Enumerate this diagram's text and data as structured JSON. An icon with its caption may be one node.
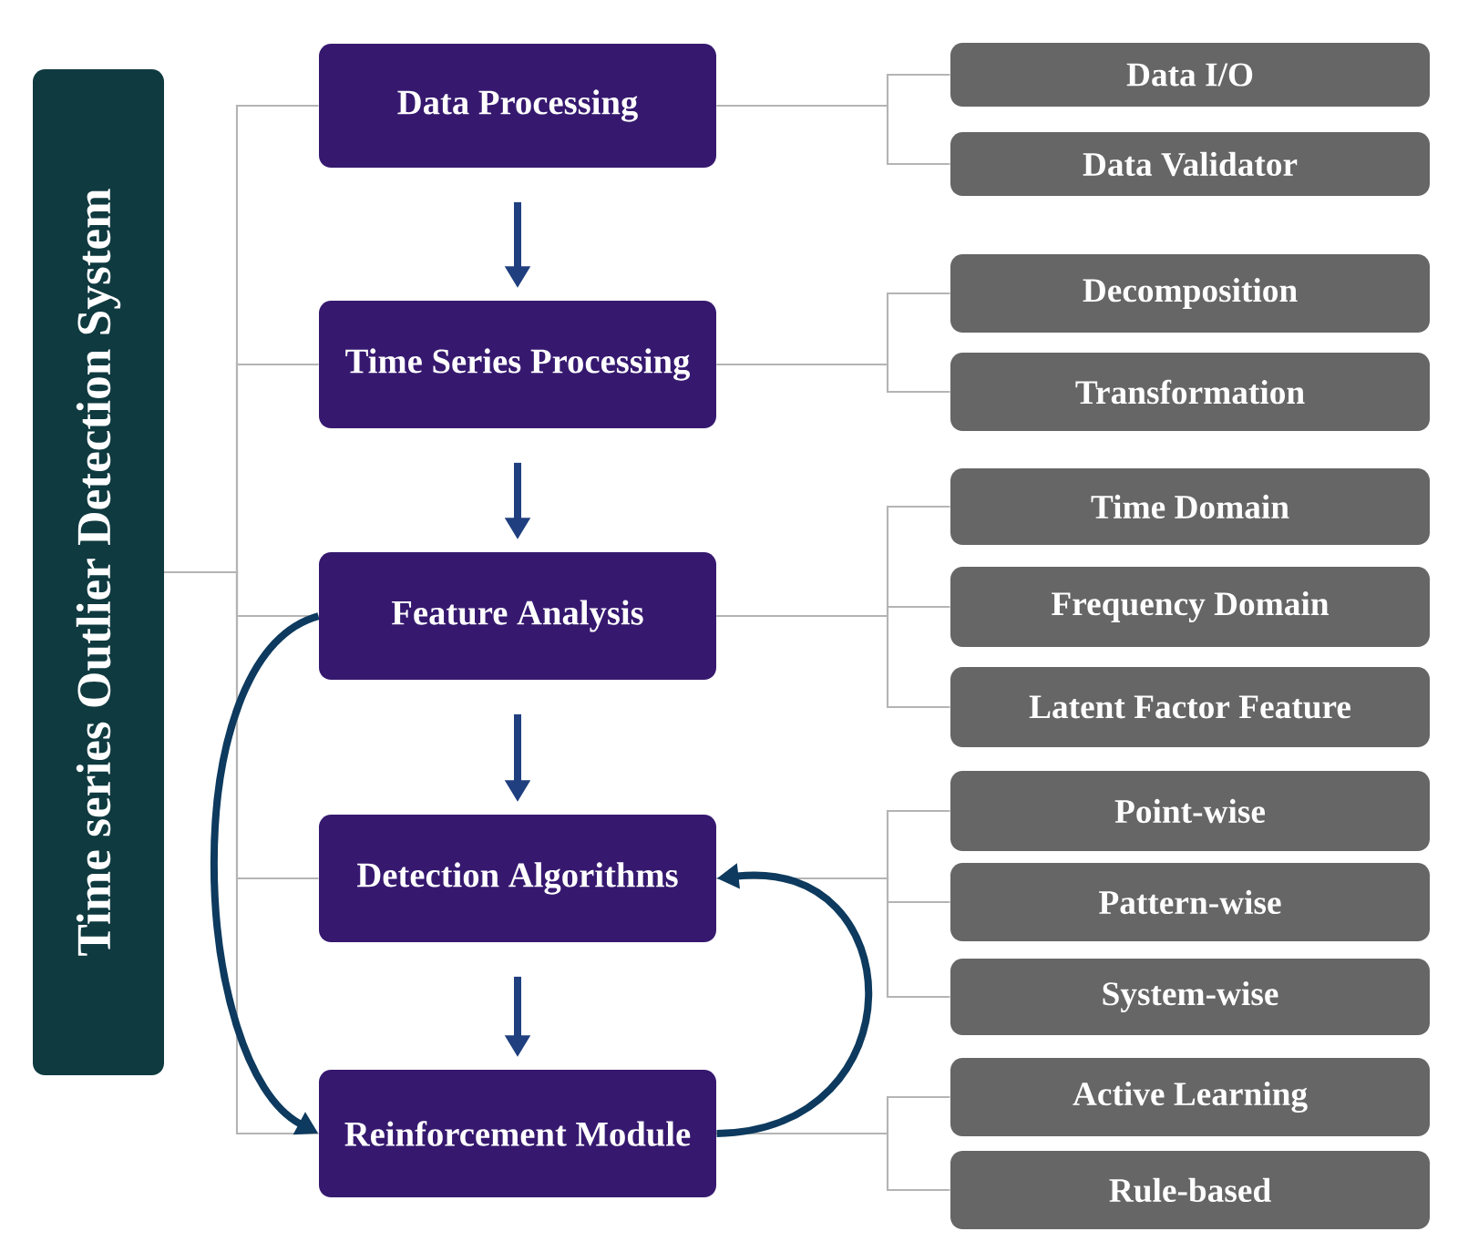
{
  "diagram": {
    "nodes": [
      {
        "text": [
          "Time series Outlier Detection System"
        ]
      },
      {
        "text": [
          "Data Processing"
        ]
      },
      {
        "text": [
          "Time Series Processing"
        ]
      },
      {
        "text": [
          "Feature Analysis"
        ]
      },
      {
        "text": [
          "Detection Algorithms"
        ]
      },
      {
        "text": [
          "Reinforcement Module"
        ]
      },
      {
        "text": [
          "Data I/O"
        ]
      },
      {
        "text": [
          "Data Validator"
        ]
      },
      {
        "text": [
          "Decomposition"
        ]
      },
      {
        "text": [
          "Transformation"
        ]
      },
      {
        "text": [
          "Time Domain"
        ]
      },
      {
        "text": [
          "Frequency Domain"
        ]
      },
      {
        "text": [
          "Latent Factor Feature"
        ]
      },
      {
        "text": [
          "Point-wise"
        ]
      },
      {
        "text": [
          "Pattern-wise"
        ]
      },
      {
        "text": [
          "System-wise"
        ]
      },
      {
        "text": [
          "Active Learning"
        ]
      },
      {
        "text": [
          "Rule-based"
        ]
      }
    ],
    "edges": [
      {
        "from": 0,
        "to": 1,
        "arrow": "none"
      },
      {
        "from": 0,
        "to": 2,
        "arrow": "none"
      },
      {
        "from": 0,
        "to": 3,
        "arrow": "none"
      },
      {
        "from": 0,
        "to": 4,
        "arrow": "none"
      },
      {
        "from": 0,
        "to": 5,
        "arrow": "none"
      },
      {
        "from": 1,
        "to": 6,
        "arrow": "none"
      },
      {
        "from": 1,
        "to": 7,
        "arrow": "none"
      },
      {
        "from": 2,
        "to": 8,
        "arrow": "none"
      },
      {
        "from": 2,
        "to": 9,
        "arrow": "none"
      },
      {
        "from": 3,
        "to": 10,
        "arrow": "none"
      },
      {
        "from": 3,
        "to": 11,
        "arrow": "none"
      },
      {
        "from": 3,
        "to": 12,
        "arrow": "none"
      },
      {
        "from": 4,
        "to": 13,
        "arrow": "none"
      },
      {
        "from": 4,
        "to": 14,
        "arrow": "none"
      },
      {
        "from": 4,
        "to": 15,
        "arrow": "none"
      },
      {
        "from": 5,
        "to": 16,
        "arrow": "none"
      },
      {
        "from": 5,
        "to": 17,
        "arrow": "none"
      },
      {
        "from": 1,
        "to": 2,
        "arrow": "to",
        "style": "thick",
        "color": "#1f3f7f"
      },
      {
        "from": 2,
        "to": 3,
        "arrow": "to",
        "style": "thick",
        "color": "#1f3f7f"
      },
      {
        "from": 3,
        "to": 4,
        "arrow": "to",
        "style": "thick",
        "color": "#1f3f7f"
      },
      {
        "from": 4,
        "to": 5,
        "arrow": "to",
        "style": "thick",
        "color": "#1f3f7f"
      },
      {
        "from": 3,
        "to": 5,
        "arrow": "to",
        "style": "thick",
        "color": "#0d3a5e"
      },
      {
        "from": 5,
        "to": 4,
        "arrow": "to",
        "style": "thick",
        "color": "#0d3a5e"
      }
    ]
  }
}
